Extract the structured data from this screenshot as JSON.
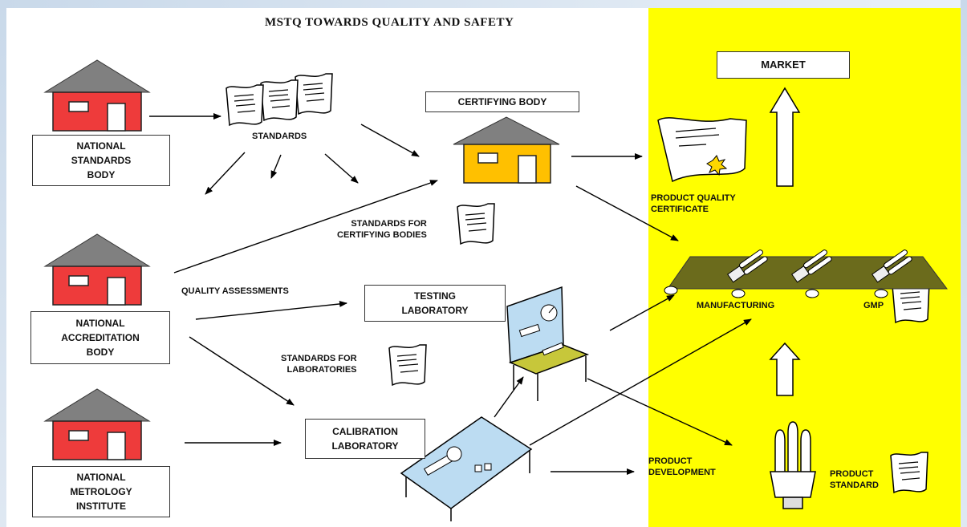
{
  "title": "MSTQ TOWARDS QUALITY AND SAFETY",
  "boxes": {
    "national_standards_body": "NATIONAL\nSTANDARDS\nBODY",
    "national_accreditation_body": "NATIONAL\nACCREDITATION\nBODY",
    "national_metrology_institute": "NATIONAL\nMETROLOGY\nINSTITUTE",
    "certifying_body": "CERTIFYING BODY",
    "testing_laboratory": "TESTING\nLABORATORY",
    "calibration_laboratory": "CALIBRATION\nLABORATORY",
    "market": "MARKET"
  },
  "labels": {
    "standards": "STANDARDS",
    "standards_for_certifying_bodies": "STANDARDS FOR\nCERTIFYING BODIES",
    "quality_assessments": "QUALITY ASSESSMENTS",
    "standards_for_laboratories": "STANDARDS FOR\nLABORATORIES",
    "product_quality_certificate": "PRODUCT QUALITY\nCERTIFICATE",
    "manufacturing": "MANUFACTURING",
    "gmp": "GMP",
    "product_development": "PRODUCT\nDEVELOPMENT",
    "product_standard": "PRODUCT\nSTANDARD"
  },
  "colors": {
    "yellow_panel": "#ffff00",
    "house_red": "#ee3b3b",
    "house_orange": "#ffc000",
    "roof_gray": "#808080",
    "bench_blue": "#bcdcf2",
    "conveyor_olive": "#6b6b1c"
  }
}
